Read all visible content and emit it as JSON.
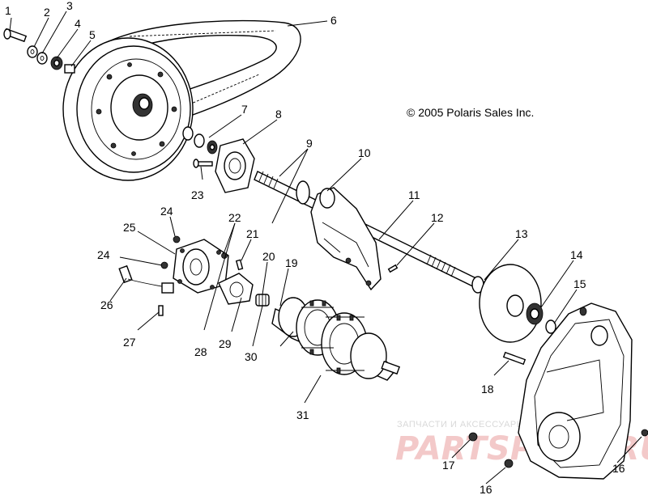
{
  "copyright": "© 2005 Polaris Sales Inc.",
  "watermark": {
    "line1": "ЗАПЧАСТИ И АКСЕССУАРЫ ДЛЯ МОТОТЕХНИКИ",
    "line2": "PARTSPLUS.RU"
  },
  "callouts": [
    {
      "n": "1"
    },
    {
      "n": "2"
    },
    {
      "n": "3"
    },
    {
      "n": "4"
    },
    {
      "n": "5"
    },
    {
      "n": "6"
    },
    {
      "n": "7"
    },
    {
      "n": "8"
    },
    {
      "n": "9"
    },
    {
      "n": "10"
    },
    {
      "n": "11"
    },
    {
      "n": "12"
    },
    {
      "n": "13"
    },
    {
      "n": "14"
    },
    {
      "n": "15"
    },
    {
      "n": "16"
    },
    {
      "n": "16"
    },
    {
      "n": "17"
    },
    {
      "n": "18"
    },
    {
      "n": "19"
    },
    {
      "n": "20"
    },
    {
      "n": "21"
    },
    {
      "n": "22"
    },
    {
      "n": "23"
    },
    {
      "n": "24"
    },
    {
      "n": "24"
    },
    {
      "n": "25"
    },
    {
      "n": "26"
    },
    {
      "n": "27"
    },
    {
      "n": "28"
    },
    {
      "n": "29"
    },
    {
      "n": "30"
    },
    {
      "n": "31"
    }
  ]
}
